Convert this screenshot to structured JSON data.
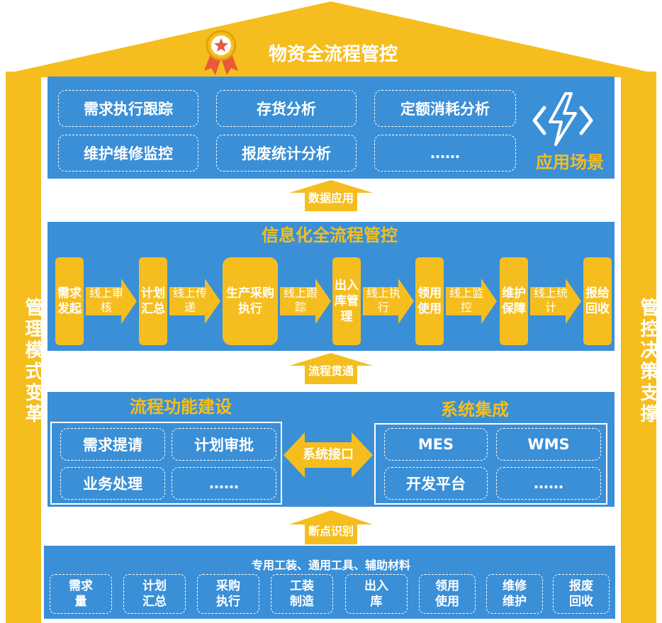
{
  "roof": {
    "title": "物资全流程管控"
  },
  "left_pillar": "管理模式变革",
  "right_pillar": "管控决策支撑",
  "scenarios": {
    "items": [
      "需求执行跟踪",
      "存货分析",
      "定额消耗分析",
      "维护维修监控",
      "报废统计分析",
      "……"
    ],
    "label": "应用场景"
  },
  "arrows": {
    "data_app": "数据应用",
    "process_through": "流程贯通",
    "breakpoint": "断点识别"
  },
  "info_control": {
    "title": "信息化全流程管控",
    "steps": [
      "需求发起",
      "计划汇总",
      "生产采购执行",
      "出入库管理",
      "领用使用",
      "维护保障",
      "报给回收"
    ],
    "links": [
      "线上审核",
      "线上传递",
      "线上跟踪",
      "线上执行",
      "线上监控",
      "线上统计"
    ]
  },
  "function_build": {
    "title": "流程功能建设",
    "items": [
      "需求提请",
      "计划审批",
      "业务处理",
      "……"
    ]
  },
  "interface": "系统接口",
  "integration": {
    "title": "系统集成",
    "items": [
      "MES",
      "WMS",
      "开发平台",
      "……"
    ]
  },
  "bottom": {
    "title": "专用工装、通用工具、辅助材料",
    "items": [
      "需求量",
      "计划汇总",
      "采购执行",
      "工装制造",
      "出入库",
      "领用使用",
      "维修维护",
      "报废回收"
    ]
  },
  "colors": {
    "blue": "#3A8FD7",
    "yellow": "#F5BE1E",
    "white": "#FFFFFF"
  }
}
